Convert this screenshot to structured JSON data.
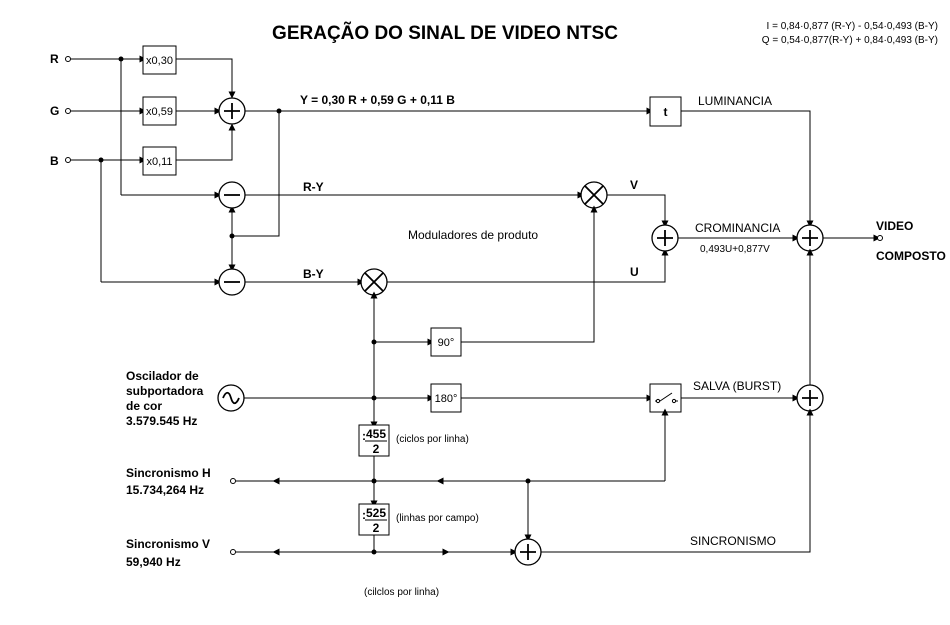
{
  "title": "GERAÇÃO DO SINAL DE VIDEO  NTSC",
  "equations": {
    "i": "I = 0,84·0,877 (R-Y) - 0,54·0,493 (B-Y)",
    "q": "Q = 0,54·0,877(R-Y) + 0,84·0,493 (B-Y)"
  },
  "inputs": {
    "r": "R",
    "g": "G",
    "b": "B"
  },
  "gains": {
    "r": "x0,30",
    "g": "x0,59",
    "b": "x0,11"
  },
  "signals": {
    "y_eq": "Y = 0,30 R + 0,59 G + 0,11 B",
    "ry": "R-Y",
    "by": "B-Y",
    "v": "V",
    "u": "U"
  },
  "blocks": {
    "delay": "t",
    "phase90": "90°",
    "phase180": "180°",
    "div1_num": "455",
    "div1_den": "2",
    "div2_num": "525",
    "div2_den": "2"
  },
  "labels": {
    "luminancia": "LUMINANCIA",
    "crominancia": "CROMINANCIA",
    "crom_formula": "0,493U+0,877V",
    "moduladores": "Moduladores de produto",
    "video": "VIDEO",
    "composto": "COMPOSTO",
    "salva": "SALVA (BURST)",
    "sincronismo": "SINCRONISMO",
    "ciclos1": "(ciclos por linha)",
    "linhas": "(linhas por campo)",
    "ciclos2": "(cilclos por linha)"
  },
  "oscillator": {
    "line1": "Oscilador de",
    "line2": "subportadora",
    "line3": "de cor",
    "freq": "3.579.545 Hz"
  },
  "sync_h": {
    "name": "Sincronismo H",
    "freq": "15.734,264 Hz"
  },
  "sync_v": {
    "name": "Sincronismo V",
    "freq": "59,940 Hz"
  }
}
